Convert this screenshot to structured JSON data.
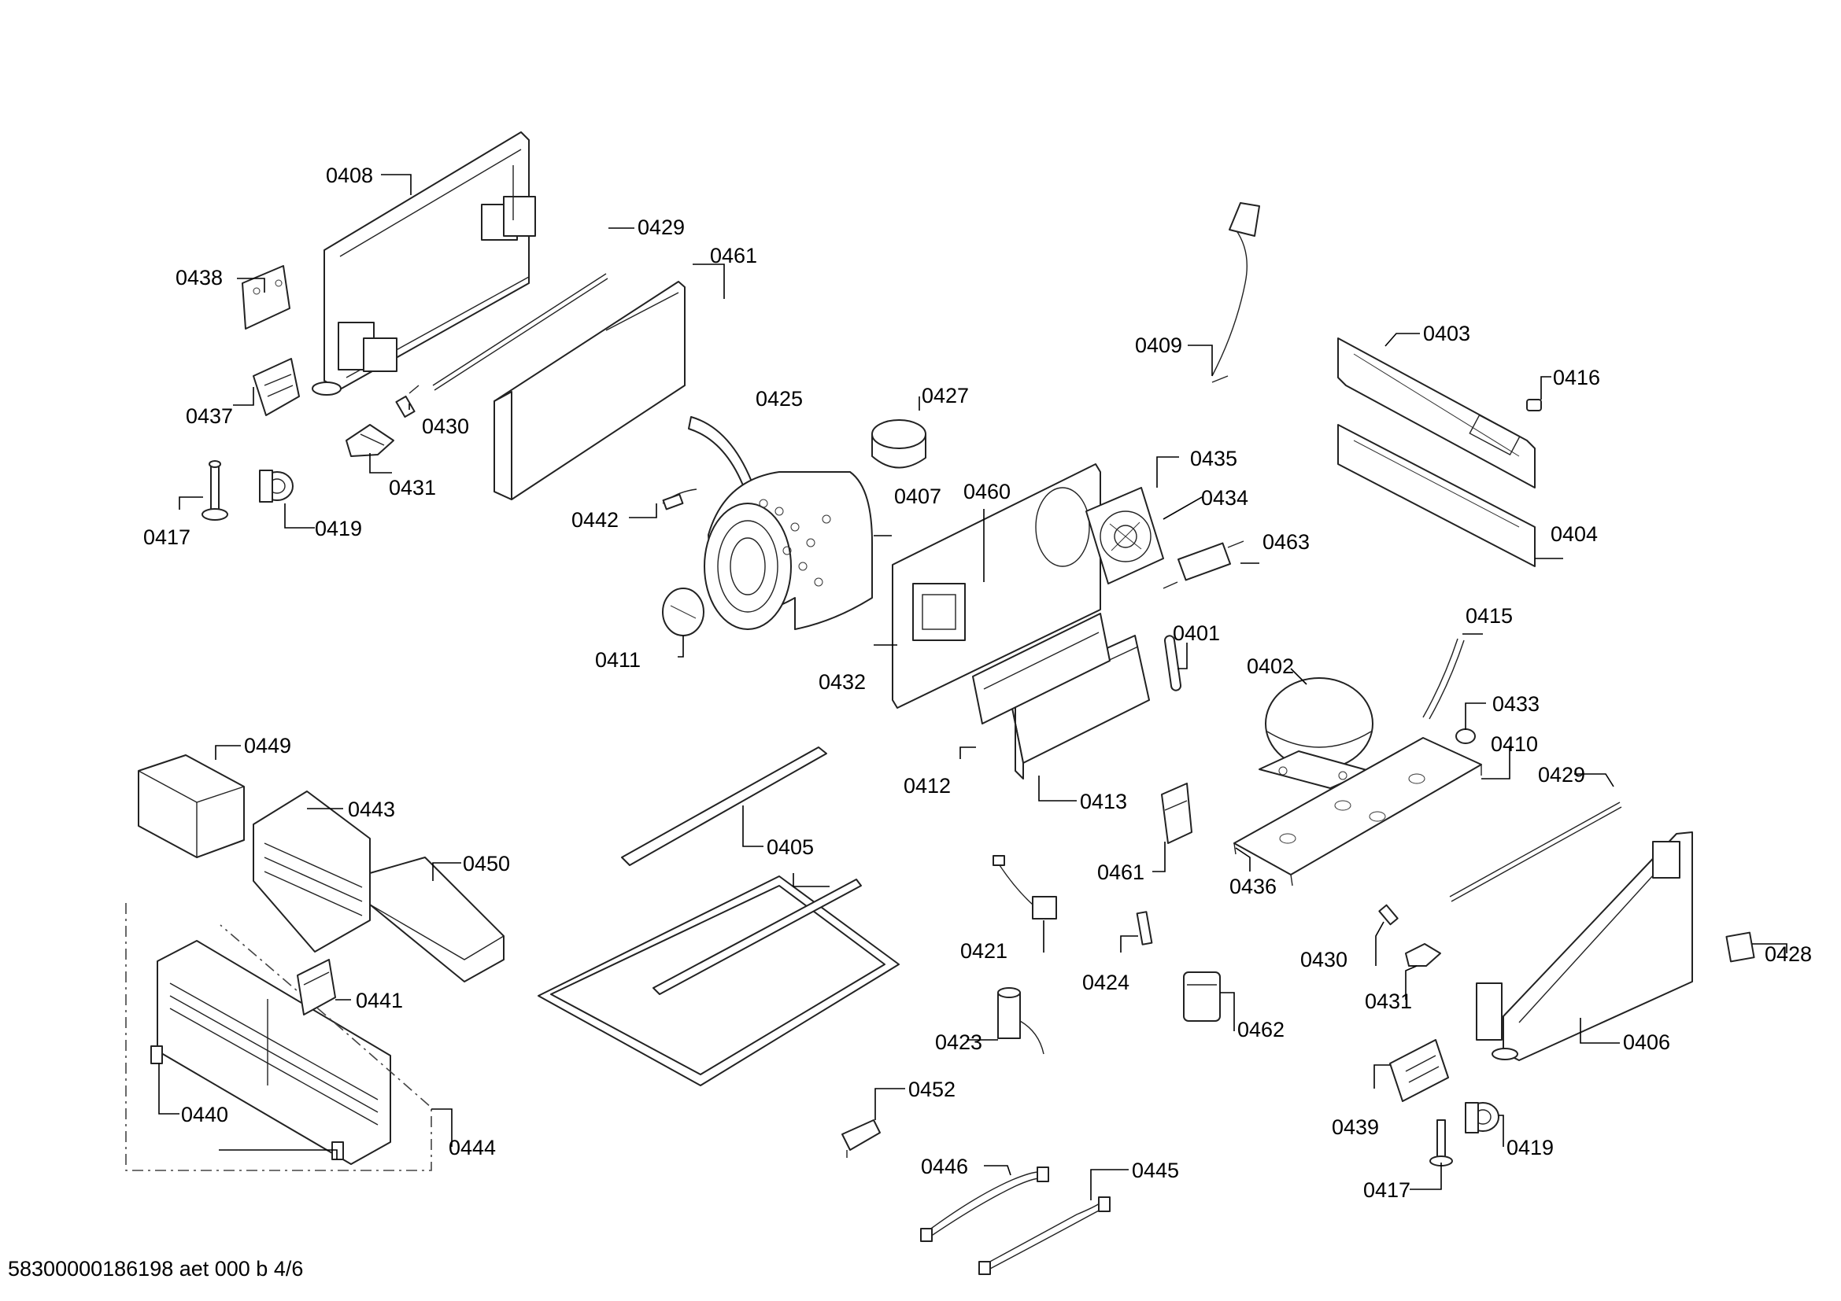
{
  "drawing_id": "58300000186198 aet 000 b 4/6",
  "part_labels": {
    "p0408": "0408",
    "p0429a": "0429",
    "p0461a": "0461",
    "p0438": "0438",
    "p0437": "0437",
    "p0430a": "0430",
    "p0431a": "0431",
    "p0425": "0425",
    "p0427": "0427",
    "p0417a": "0417",
    "p0419a": "0419",
    "p0442": "0442",
    "p0407": "0407",
    "p0460": "0460",
    "p0411": "0411",
    "p0432": "0432",
    "p0409": "0409",
    "p0403": "0403",
    "p0416": "0416",
    "p0435": "0435",
    "p0434": "0434",
    "p0463": "0463",
    "p0404": "0404",
    "p0401": "0401",
    "p0402": "0402",
    "p0415": "0415",
    "p0433": "0433",
    "p0410": "0410",
    "p0429b": "0429",
    "p0412": "0412",
    "p0413": "0413",
    "p0461b": "0461",
    "p0436": "0436",
    "p0449": "0449",
    "p0443": "0443",
    "p0450": "0450",
    "p0405": "0405",
    "p0441": "0441",
    "p0440": "0440",
    "p0444": "0444",
    "p0421": "0421",
    "p0424": "0424",
    "p0462": "0462",
    "p0430b": "0430",
    "p0431b": "0431",
    "p0428": "0428",
    "p0406": "0406",
    "p0423": "0423",
    "p0452": "0452",
    "p0439": "0439",
    "p0419b": "0419",
    "p0417b": "0417",
    "p0446": "0446",
    "p0445": "0445"
  }
}
